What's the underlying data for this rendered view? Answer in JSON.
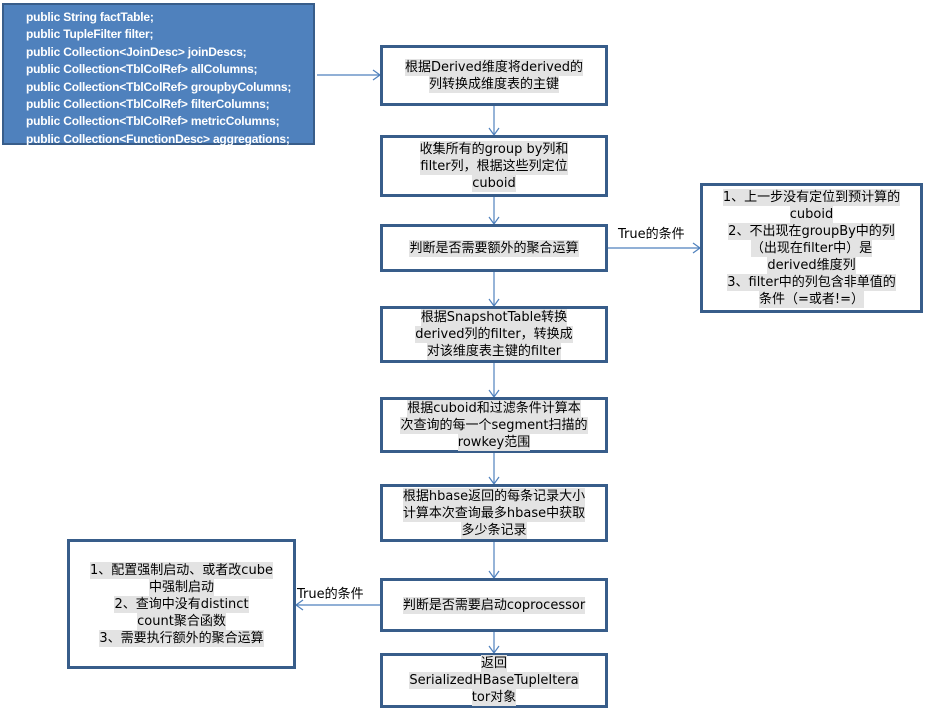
{
  "colors": {
    "code_box_fill": "#4f81bd",
    "box_border": "#385d8a",
    "connector": "#4f81bd",
    "text_highlight": "#e3e3e3"
  },
  "code_box": {
    "lines": [
      "public String factTable;",
      "public TupleFilter filter;",
      "public Collection<JoinDesc> joinDescs;",
      "public Collection<TblColRef> allColumns;",
      "public Collection<TblColRef> groupbyColumns;",
      "public Collection<TblColRef> filterColumns;",
      "public Collection<TblColRef> metricColumns;",
      "public Collection<FunctionDesc> aggregations;"
    ]
  },
  "steps": [
    {
      "id": "derived-to-pk",
      "lines": [
        "根据Derived维度将derived的",
        "列转换成维度表的主键"
      ]
    },
    {
      "id": "locate-cuboid",
      "lines": [
        "收集所有的group by列和",
        "filter列，根据这些列定位",
        "cuboid"
      ]
    },
    {
      "id": "need-extra-aggregation",
      "lines": [
        "判断是否需要额外的聚合运算"
      ]
    },
    {
      "id": "snapshot-filter",
      "lines": [
        "根据SnapshotTable转换",
        "derived列的filter，转换成",
        "对该维度表主键的filter"
      ]
    },
    {
      "id": "rowkey-range",
      "lines": [
        "根据cuboid和过滤条件计算本",
        "次查询的每一个segment扫描的",
        "rowkey范围"
      ]
    },
    {
      "id": "hbase-limit",
      "lines": [
        "根据hbase返回的每条记录大小",
        "计算本次查询最多hbase中获取",
        "多少条记录"
      ]
    },
    {
      "id": "need-coprocessor",
      "lines": [
        "判断是否需要启动coprocessor"
      ]
    },
    {
      "id": "return-iterator",
      "lines": [
        "返回",
        "SerializedHBaseTupleItera",
        "tor对象"
      ]
    }
  ],
  "aggregation_conditions": {
    "edge_label": "True的条件",
    "lines": [
      "1、上一步没有定位到预计算的",
      "cuboid",
      "2、不出现在groupBy中的列",
      "（出现在filter中）是",
      "derived维度列",
      "3、filter中的列包含非单值的",
      "条件（=或者!=）"
    ]
  },
  "coprocessor_conditions": {
    "edge_label": "True的条件",
    "lines": [
      "1、配置强制启动、或者改cube",
      "中强制启动",
      "2、查询中没有distinct",
      "count聚合函数",
      "3、需要执行额外的聚合运算"
    ]
  }
}
